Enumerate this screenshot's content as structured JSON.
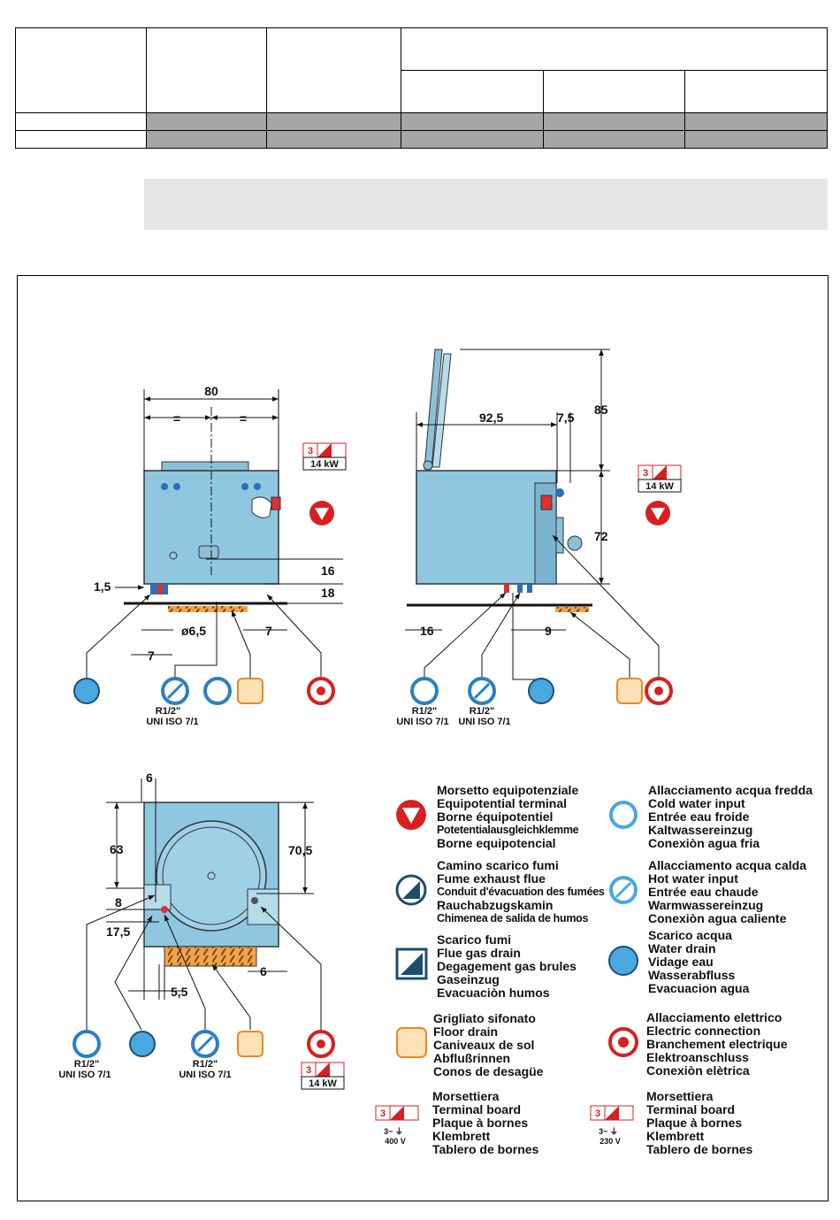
{
  "top_view_dims": {
    "width": "80",
    "eq1": "=",
    "eq2": "=",
    "d16": "16",
    "d18": "18",
    "d15": "1,5",
    "d65": "ø6,5",
    "d7a": "7",
    "d7b": "7"
  },
  "top_view_labels": {
    "r1": "R1/2\"",
    "u1": "UNI ISO 7/1"
  },
  "top_view_power": "14 kW",
  "side_view_dims": {
    "d925": "92,5",
    "d75": "7,5",
    "d85": "85",
    "d72": "72",
    "d16": "16",
    "d9": "9"
  },
  "side_view_labels": {
    "r1": "R1/2\"",
    "u1": "UNI ISO 7/1",
    "r2": "R1/2\"",
    "u2": "UNI ISO 7/1"
  },
  "side_view_power": "14 kW",
  "plan_view_dims": {
    "d6top": "6",
    "d63": "63",
    "d705": "70,5",
    "d8": "8",
    "d175": "17,5",
    "d55": "5,5",
    "d6r": "6"
  },
  "plan_view_labels": {
    "r1": "R1/2\"",
    "u1": "UNI ISO 7/1",
    "r2": "R1/2\"",
    "u2": "UNI ISO 7/1"
  },
  "plan_view_power": "14 kW",
  "badge_number": "3",
  "legend": {
    "equipotential": [
      "Morsetto equipotenziale",
      "Equipotential terminal",
      "Borne équipotentiel",
      "Potetentialausgleichklemme",
      "Borne equipotencial"
    ],
    "cold_water": [
      "Allacciamento acqua fredda",
      "Cold water input",
      "Entrée eau froide",
      "Kaltwassereinzug",
      "Conexiòn agua fria"
    ],
    "fume_flue": [
      "Camino scarico fumi",
      "Fume exhaust flue",
      "Conduit d'évacuation des fumées",
      "Rauchabzugskamin",
      "Chimenea de salida de humos"
    ],
    "hot_water": [
      "Allacciamento acqua calda",
      "Hot water input",
      "Entrée eau chaude",
      "Warmwassereinzug",
      "Conexiòn agua caliente"
    ],
    "flue_gas": [
      "Scarico fumi",
      "Flue gas drain",
      "Degagement gas brules",
      "Gaseinzug",
      "Evacuaciòn humos"
    ],
    "water_drain": [
      "Scarico acqua",
      "Water drain",
      "Vidage eau",
      "Wasserabfluss",
      "Evacuacion agua"
    ],
    "floor_drain": [
      "Grigliato sifonato",
      "Floor drain",
      "Caniveaux de sol",
      "Abflußrinnen",
      "Conos de desagüe"
    ],
    "electric": [
      "Allacciamento elettrico",
      "Electric connection",
      "Branchement electrique",
      "Elektroanschluss",
      "Conexiòn elètrica"
    ],
    "terminal_400": [
      "Morsettiera",
      "Terminal board",
      "Plaque à bornes",
      "Klembrett",
      "Tablero de bornes"
    ],
    "terminal_230": [
      "Morsettiera",
      "Terminal board",
      "Plaque à bornes",
      "Klembrett",
      "Tablero de bornes"
    ]
  },
  "terminal_400_label": "3~ ⏚",
  "terminal_400_v": "400 V",
  "terminal_230_label": "3~ ⏚",
  "terminal_230_v": "230 V",
  "doc_id": "CT3961 6400.fm"
}
